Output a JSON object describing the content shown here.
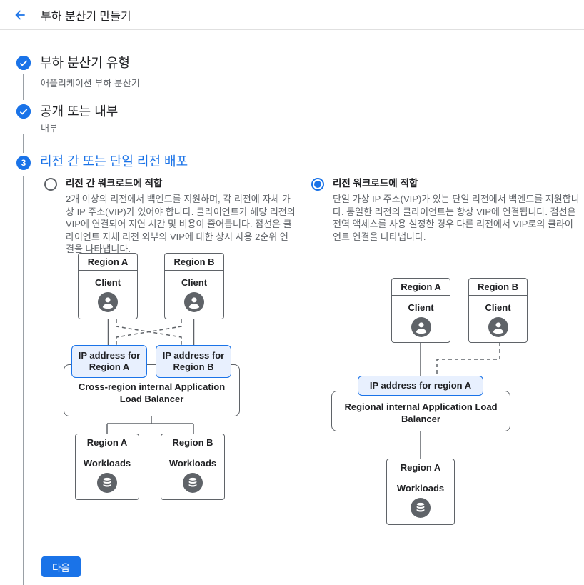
{
  "header": {
    "title": "부하 분산기 만들기"
  },
  "steps": [
    {
      "state": "completed",
      "title": "부하 분산기 유형",
      "subtitle": "애플리케이션 부하 분산기"
    },
    {
      "state": "completed",
      "title": "공개 또는 내부",
      "subtitle": "내부"
    },
    {
      "state": "active",
      "number": "3",
      "title": "리전 간 또는 단일 리전 배포"
    }
  ],
  "options": [
    {
      "selected": false,
      "label": "리전 간 워크로드에 적합",
      "description": "2개 이상의 리전에서 백엔드를 지원하며, 각 리전에 자체 가상 IP 주소(VIP)가 있어야 합니다. 클라이언트가 해당 리전의 VIP에 연결되어 지연 시간 및 비용이 줄어듭니다. 점선은 클라이언트 자체 리전 외부의 VIP에 대한 상시 사용 2순위 연결을 나타냅니다."
    },
    {
      "selected": true,
      "label": "리전 워크로드에 적합",
      "description": "단일 가상 IP 주소(VIP)가 있는 단일 리전에서 백엔드를 지원합니다. 동일한 리전의 클라이언트는 항상 VIP에 연결됩니다. 점선은 전역 액세스를 사용 설정한 경우 다른 리전에서 VIP로의 클라이언트 연결을 나타냅니다."
    }
  ],
  "diagram_left": {
    "clients": [
      {
        "region": "Region A",
        "label": "Client"
      },
      {
        "region": "Region B",
        "label": "Client"
      }
    ],
    "ips": [
      "IP address for Region A",
      "IP address for Region B"
    ],
    "balancer": "Cross-region internal Application Load Balancer",
    "workloads": [
      {
        "region": "Region A",
        "label": "Workloads"
      },
      {
        "region": "Region B",
        "label": "Workloads"
      }
    ]
  },
  "diagram_right": {
    "clients": [
      {
        "region": "Region A",
        "label": "Client"
      },
      {
        "region": "Region B",
        "label": "Client"
      }
    ],
    "ip": "IP address for region A",
    "balancer": "Regional internal Application Load Balancer",
    "workloads": [
      {
        "region": "Region A",
        "label": "Workloads"
      }
    ]
  },
  "footer": {
    "next_label": "다음"
  },
  "colors": {
    "accent": "#1a73e8",
    "light_blue_fill": "#e8f0fe",
    "diagram_border": "#5f6368",
    "text_primary": "#202124",
    "text_secondary": "#5f6368"
  }
}
